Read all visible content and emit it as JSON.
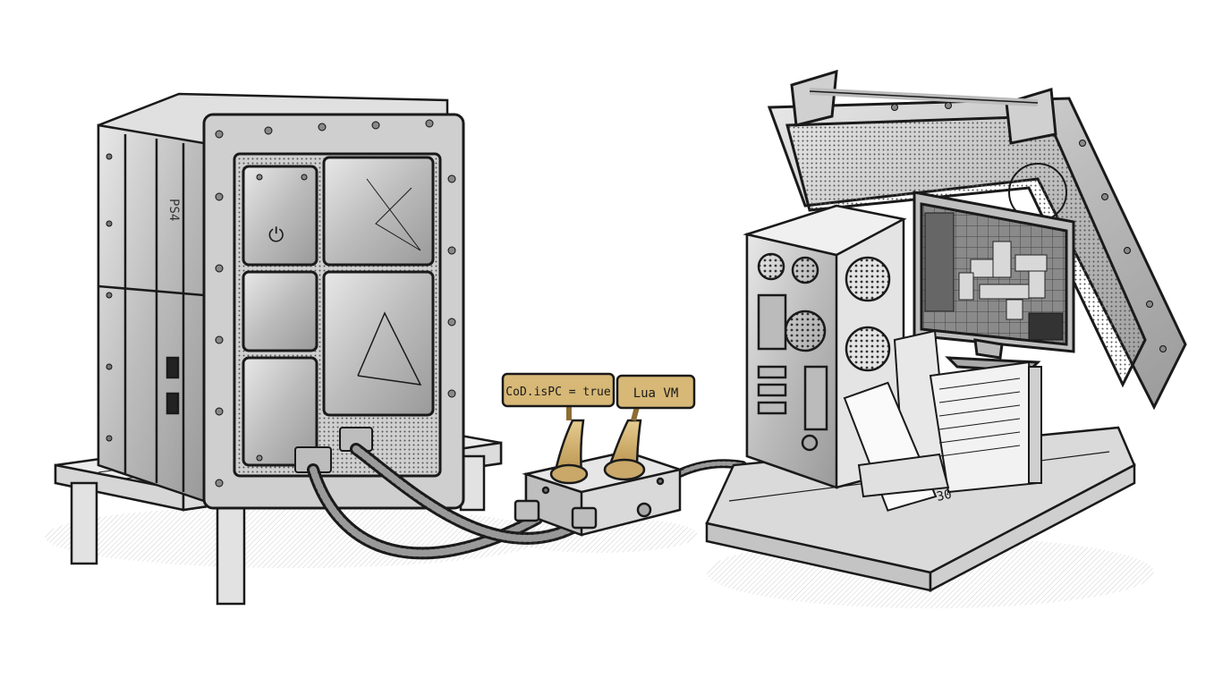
{
  "console": {
    "logo_glyph": "⏻",
    "side_label": "PS4"
  },
  "switch_box": {
    "lever_left_label": "CoD.isPC = true",
    "lever_right_label": "Lua VM"
  },
  "pc_case": {
    "corner_number": "30"
  },
  "colors": {
    "ink": "#1a1a1a",
    "metal_light": "#d4d4d4",
    "metal_mid": "#a9a9a9",
    "metal_dark": "#6e6e6e",
    "brass": "#c9a86a",
    "brass_dark": "#8c6d35",
    "wood": "#ececec"
  }
}
